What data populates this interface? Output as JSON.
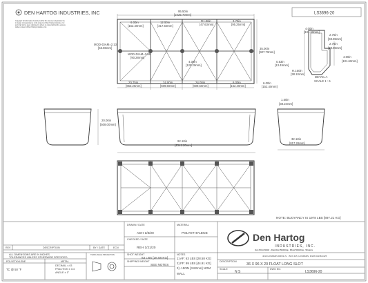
{
  "header": {
    "company": "DEN HARTOG INDUSTRIES, INC",
    "drawing_id": "LS3696-20",
    "copyright": [
      "Copyright: All information furnished within this document depictions the",
      "in design correspondence is the property of Den Hartog Industries, Inc",
      "and shall not be used, disclosed to others or copied without the express",
      "written consent of Den Hartog Industries, Inc."
    ]
  },
  "top_view": {
    "dims": {
      "overall_length": "95.50in",
      "overall_length_mm": "[2425.70mm]",
      "d1": "6.00in",
      "d1_mm": "[152.40mm]",
      "d2": "12.50in",
      "d2_mm": "[317.50mm]",
      "d3": "R1.86in",
      "d3_mm": "[47.63mm]",
      "d4": "3.75in",
      "d4_mm": "[95.25mm]",
      "dia1": "MOD-DIAM=2.13",
      "dia1_mm": "[53.86mm]",
      "dia2": "MOD-DIAM=3.56",
      "dia2_mm": "[90.28mm]",
      "center_width": "4.00in",
      "center_width_mm": "[129.29mm]",
      "width": "35.00in",
      "width_mm": "[907.79mm]",
      "b1": "20.75in",
      "b1_mm": "[653.25mm]",
      "b2": "24.00in",
      "b2_mm": "[609.60mm]",
      "b3": "24.00in",
      "b3_mm": "[609.60mm]",
      "b4": "6.00in",
      "b4_mm": "[152.40mm]",
      "s1": "0.53in",
      "s1_mm": "[13.49mm]",
      "r1": "R.150in",
      "r1_mm": "[38.10mm]",
      "e1": "6.00in",
      "e1_mm": "[152.40mm]"
    }
  },
  "detail": {
    "label": "DETAIL A",
    "scale": "SCALE 1 : 6",
    "dims": {
      "a": "4.00in",
      "a_mm": "[101.60mm]",
      "b": "2.75in",
      "b_mm": "[69.85mm]",
      "c": "2.75in",
      "c_mm": "[69.85mm]",
      "d": "4.00in",
      "d_mm": "[101.60mm]"
    }
  },
  "side_view": {
    "height": "20.00in",
    "height_mm": "[508.00mm]",
    "length": "92.18in",
    "length_mm": "[2341.28mm]",
    "end_top": "1.50in",
    "end_top_mm": "[38.10mm]",
    "end_width": "32.18in",
    "end_width_mm": "[817.26mm]"
  },
  "note": "NOTE: BUOYANCY IS 1978 LBS [897.21 KG]",
  "title_block": {
    "drawn_by_label": "DRAWN / DATE",
    "drawn_by": "ADH 1/8/20",
    "checked_label": "CHECKED / DATE",
    "checked": "REH 1/21/20",
    "material_label": "MATERIAL",
    "material": "POLYETHYLENE",
    "rev_label": "REV",
    "description_label": "DESCRIPTION",
    "by_date_label": "BY / DATE",
    "ecn_label": "ECN",
    "tolerance_lines": [
      "ALL DIMENSIONS ARE IN INCHES",
      "TOLERANCES UNLESS OTHERWISE SPECIFIED"
    ],
    "tol_material": "POLYETHYLENE",
    "tol_value": "TC @ 50 °F",
    "metal_label": "METAL",
    "metal_lines": [
      "DECIMAL ±.03",
      "FRACTION ± 1/4",
      "ANGLE ± 1°"
    ],
    "third_angle_label": "THIRD ANGLE PROJECTION",
    "shot_weight_label": "SHOT WEIGHT",
    "shot_weight": "63 LBS [28.58 KG]",
    "shipping_weight_label": "SHIPPING WEIGHT",
    "shipping_weight": "SEE NOTES",
    "wall_label": "WALL",
    "notes_label": "NOTES",
    "notes": [
      "1) AF: 63 LBS [28.58 KG]",
      "2) FF: 99 LBS [44.91 KG]",
      "3) .150IN [3.82mm] NOM"
    ],
    "brand": "Den Hartog",
    "brand_sub": "INDUSTRIES, INC.",
    "brand_tag": "Ace Roto-Mold · Injection Molding · Blow Molding · Snapsy",
    "address": "4010 HOSPERS DRIVE S. · BOX 425, HOSPERS, IOWA 51238-0425",
    "description_box_label": "DESCRIPTION",
    "description": "36 X 96 X 20 FLOAT LONG SLOT",
    "scale_label": "SCALE",
    "scale": "N S",
    "dwg_label": "DWG NO.",
    "dwg_no": "LS3696-20"
  }
}
